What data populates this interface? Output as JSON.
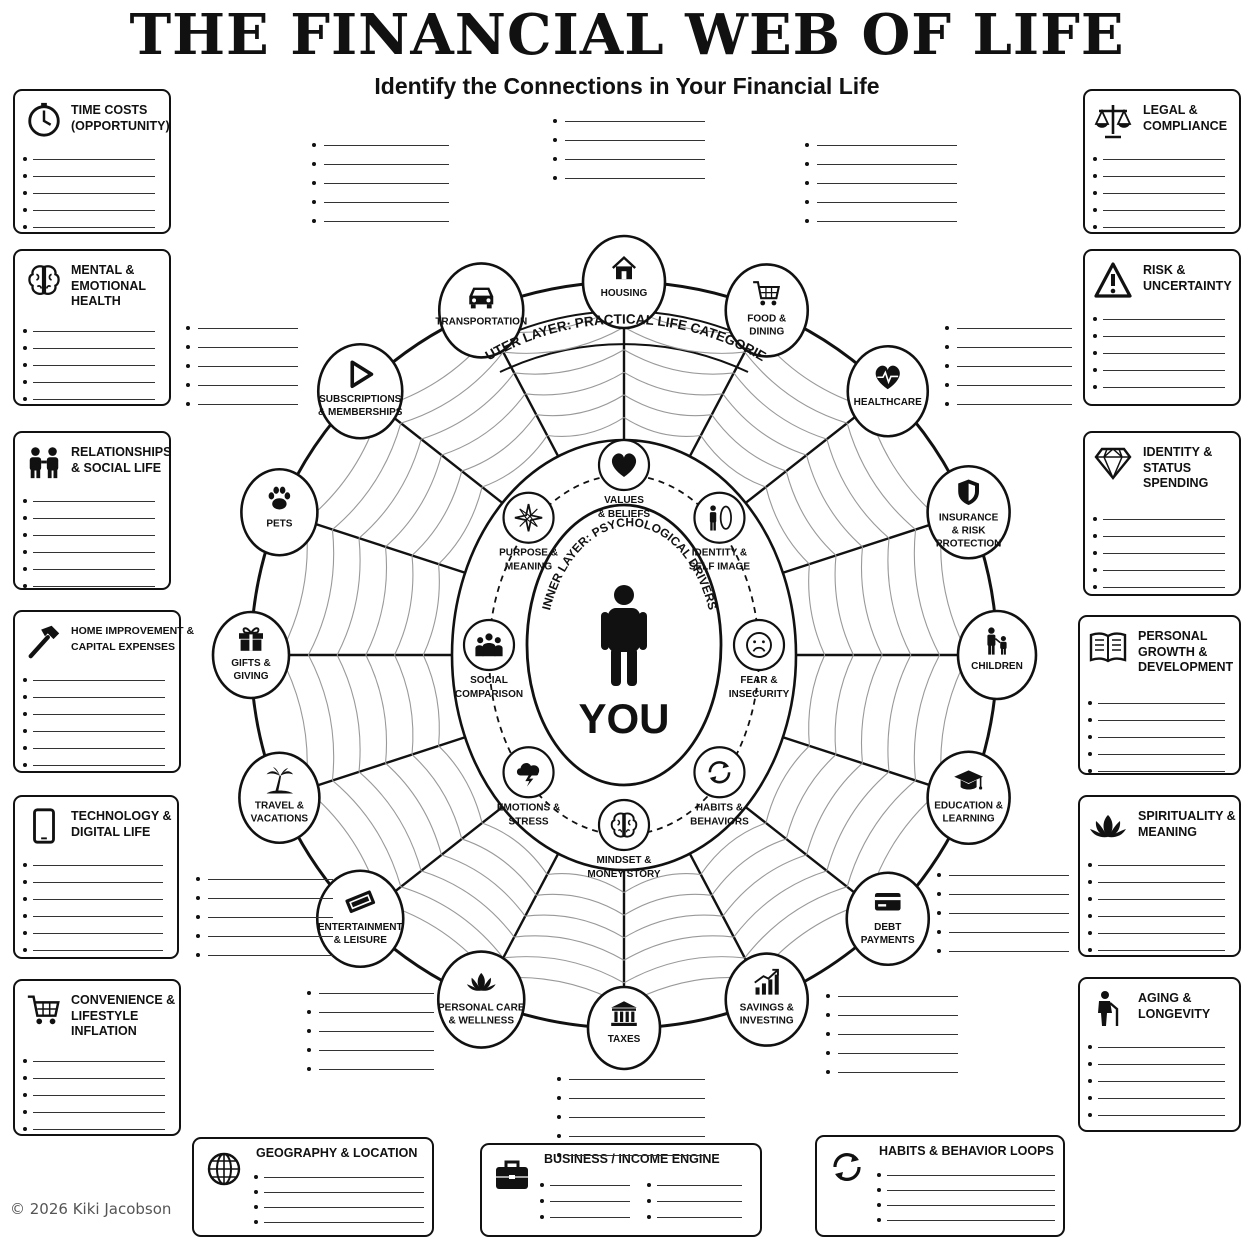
{
  "header": {
    "title": "THE FINANCIAL WEB OF LIFE",
    "subtitle": "Identify the Connections in Your Financial Life"
  },
  "footer": {
    "copyright": "© 2026 Kiki Jacobson"
  },
  "web": {
    "outer_layer_label": "OUTER LAYER: PRACTICAL LIFE CATEGORIES",
    "inner_layer_label": "INNER LAYER: PSYCHOLOGICAL DRIVERS",
    "center_label": "YOU",
    "outer_nodes": [
      {
        "id": "housing",
        "lines": [
          "HOUSING"
        ],
        "icon": "house-icon"
      },
      {
        "id": "food-dining",
        "lines": [
          "FOOD &",
          "DINING"
        ],
        "icon": "shopping-cart-icon"
      },
      {
        "id": "healthcare",
        "lines": [
          "HEALTHCARE"
        ],
        "icon": "heart-pulse-icon"
      },
      {
        "id": "insurance",
        "lines": [
          "INSURANCE",
          "& RISK",
          "PROTECTION"
        ],
        "icon": "shield-icon"
      },
      {
        "id": "children",
        "lines": [
          "CHILDREN"
        ],
        "icon": "parent-child-icon"
      },
      {
        "id": "education",
        "lines": [
          "EDUCATION &",
          "LEARNING"
        ],
        "icon": "graduation-cap-icon"
      },
      {
        "id": "debt",
        "lines": [
          "DEBT",
          "PAYMENTS"
        ],
        "icon": "credit-card-icon"
      },
      {
        "id": "savings",
        "lines": [
          "SAVINGS &",
          "INVESTING"
        ],
        "icon": "growth-chart-icon"
      },
      {
        "id": "taxes",
        "lines": [
          "TAXES"
        ],
        "icon": "government-building-icon"
      },
      {
        "id": "personal-care",
        "lines": [
          "PERSONAL CARE",
          "& WELLNESS"
        ],
        "icon": "lotus-icon"
      },
      {
        "id": "entertainment",
        "lines": [
          "ENTERTAINMENT",
          "& LEISURE"
        ],
        "icon": "ticket-icon"
      },
      {
        "id": "travel",
        "lines": [
          "TRAVEL &",
          "VACATIONS"
        ],
        "icon": "palm-tree-icon"
      },
      {
        "id": "gifts",
        "lines": [
          "GIFTS &",
          "GIVING"
        ],
        "icon": "gift-icon"
      },
      {
        "id": "pets",
        "lines": [
          "PETS"
        ],
        "icon": "paw-icon"
      },
      {
        "id": "subscriptions",
        "lines": [
          "SUBSCRIPTIONS",
          "& MEMBERSHIPS"
        ],
        "icon": "play-icon"
      },
      {
        "id": "transportation",
        "lines": [
          "TRANSPORTATION"
        ],
        "icon": "car-icon"
      }
    ],
    "inner_nodes": [
      {
        "id": "values",
        "lines": [
          "VALUES",
          "& BELIEFS"
        ],
        "icon": "heart-icon"
      },
      {
        "id": "identity",
        "lines": [
          "IDENTITY &",
          "SELF IMAGE"
        ],
        "icon": "mirror-person-icon"
      },
      {
        "id": "fear",
        "lines": [
          "FEAR &",
          "INSECURITY"
        ],
        "icon": "worried-face-icon"
      },
      {
        "id": "habits",
        "lines": [
          "HABITS &",
          "BEHAVIORS"
        ],
        "icon": "cycle-arrows-icon"
      },
      {
        "id": "mindset",
        "lines": [
          "MINDSET &",
          "MONEY STORY"
        ],
        "icon": "brain-icon"
      },
      {
        "id": "emotions",
        "lines": [
          "EMOTIONS &",
          "STRESS"
        ],
        "icon": "storm-cloud-icon"
      },
      {
        "id": "social",
        "lines": [
          "SOCIAL",
          "COMPARISON"
        ],
        "icon": "group-icon"
      },
      {
        "id": "purpose",
        "lines": [
          "PURPOSE &",
          "MEANING"
        ],
        "icon": "compass-star-icon"
      }
    ]
  },
  "left_cards": [
    {
      "id": "time-costs",
      "title": "TIME COSTS\n(OPPORTUNITY)",
      "icon": "clock-icon"
    },
    {
      "id": "mental-health",
      "title": "MENTAL &\nEMOTIONAL\nHEALTH",
      "icon": "brain-icon"
    },
    {
      "id": "relationships",
      "title": "RELATIONSHIPS\n& SOCIAL LIFE",
      "icon": "people-icon"
    },
    {
      "id": "home-improvement",
      "title": "HOME IMPROVEMENT &\nCAPITAL EXPENSES",
      "icon": "hammer-icon"
    },
    {
      "id": "technology",
      "title": "TECHNOLOGY &\nDIGITAL LIFE",
      "icon": "smartphone-icon"
    },
    {
      "id": "convenience",
      "title": "CONVENIENCE &\nLIFESTYLE\nINFLATION",
      "icon": "shopping-cart-icon"
    }
  ],
  "right_cards": [
    {
      "id": "legal",
      "title": "LEGAL &\nCOMPLIANCE",
      "icon": "scales-icon"
    },
    {
      "id": "risk",
      "title": "RISK &\nUNCERTAINTY",
      "icon": "warning-icon"
    },
    {
      "id": "identity-status",
      "title": "IDENTITY &\nSTATUS\nSPENDING",
      "icon": "diamond-icon"
    },
    {
      "id": "personal-growth",
      "title": "PERSONAL\nGROWTH &\nDEVELOPMENT",
      "icon": "open-book-icon"
    },
    {
      "id": "spirituality",
      "title": "SPIRITUALITY &\nMEANING",
      "icon": "lotus-icon"
    },
    {
      "id": "aging",
      "title": "AGING &\nLONGEVITY",
      "icon": "elder-with-cane-icon"
    }
  ],
  "bottom_cards": [
    {
      "id": "geography",
      "title": "GEOGRAPHY & LOCATION",
      "icon": "globe-icon"
    },
    {
      "id": "business",
      "title": "BUSINESS / INCOME ENGINE",
      "icon": "briefcase-icon"
    },
    {
      "id": "habit-loops",
      "title": "HABITS & BEHAVIOR LOOPS",
      "icon": "cycle-arrows-icon"
    }
  ]
}
